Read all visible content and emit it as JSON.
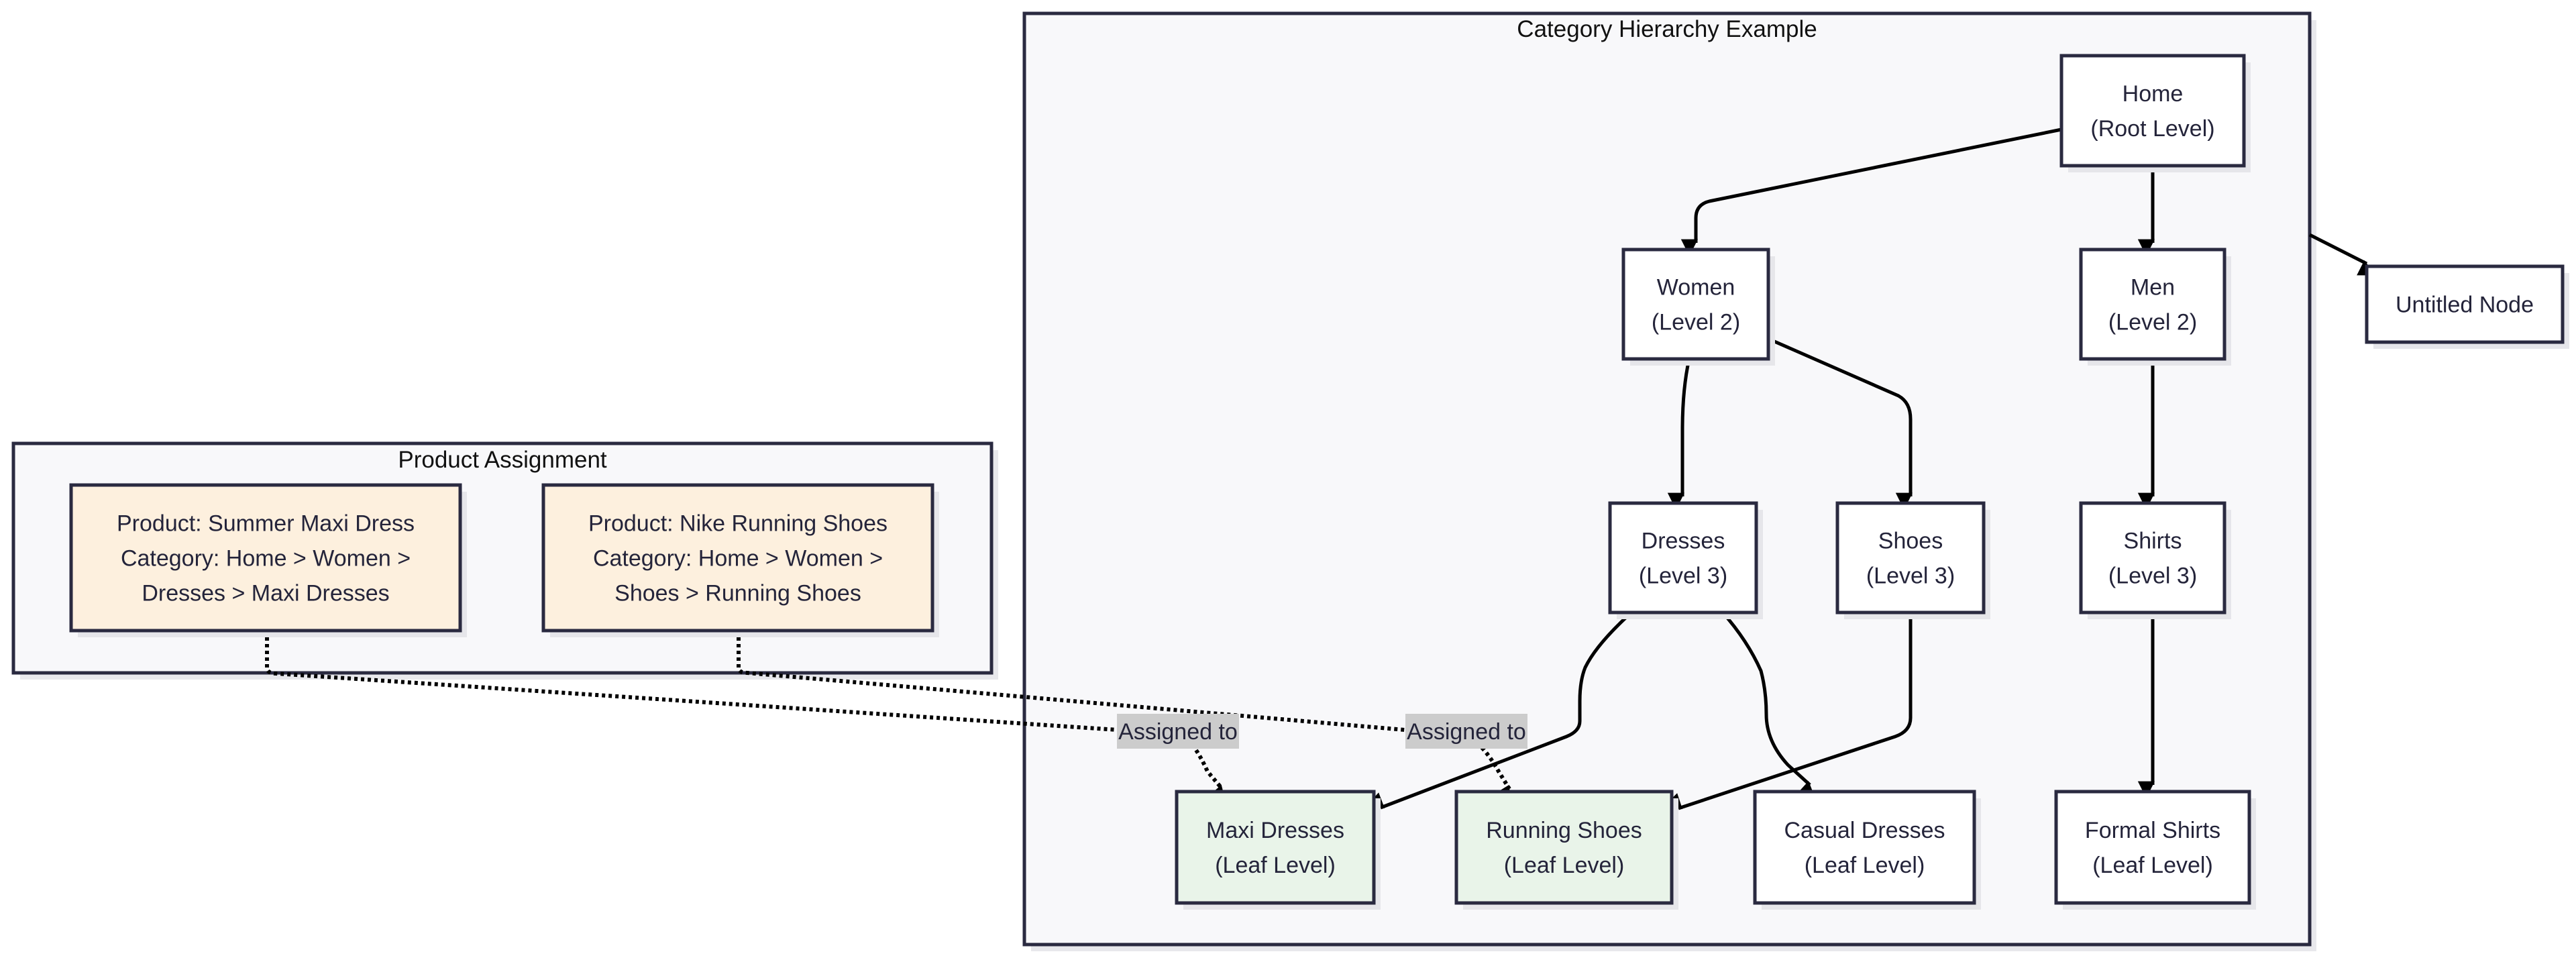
{
  "diagram": {
    "clusters": {
      "category": {
        "title": "Category Hierarchy Example"
      },
      "product": {
        "title": "Product Assignment"
      }
    },
    "nodes": {
      "home": {
        "lines": [
          "Home",
          "(Root Level)"
        ],
        "type": "plain"
      },
      "women": {
        "lines": [
          "Women",
          "(Level 2)"
        ],
        "type": "plain"
      },
      "men": {
        "lines": [
          "Men",
          "(Level 2)"
        ],
        "type": "plain"
      },
      "dresses": {
        "lines": [
          "Dresses",
          "(Level 3)"
        ],
        "type": "plain"
      },
      "shoes": {
        "lines": [
          "Shoes",
          "(Level 3)"
        ],
        "type": "plain"
      },
      "shirts": {
        "lines": [
          "Shirts",
          "(Level 3)"
        ],
        "type": "plain"
      },
      "maxi": {
        "lines": [
          "Maxi Dresses",
          "(Leaf Level)"
        ],
        "type": "leaf"
      },
      "running": {
        "lines": [
          "Running Shoes",
          "(Leaf Level)"
        ],
        "type": "leaf"
      },
      "casual": {
        "lines": [
          "Casual Dresses",
          "(Leaf Level)"
        ],
        "type": "plain"
      },
      "formal": {
        "lines": [
          "Formal Shirts",
          "(Leaf Level)"
        ],
        "type": "plain"
      },
      "untitled": {
        "lines": [
          "Untitled Node"
        ],
        "type": "plain"
      },
      "product1": {
        "lines": [
          "Product: Summer Maxi Dress",
          "Category: Home > Women >",
          "Dresses > Maxi Dresses"
        ],
        "type": "product"
      },
      "product2": {
        "lines": [
          "Product: Nike Running Shoes",
          "Category: Home > Women >",
          "Shoes > Running Shoes"
        ],
        "type": "product"
      }
    },
    "edges": [
      {
        "from": "home",
        "to": "women",
        "style": "solid"
      },
      {
        "from": "home",
        "to": "men",
        "style": "solid"
      },
      {
        "from": "women",
        "to": "dresses",
        "style": "solid"
      },
      {
        "from": "women",
        "to": "shoes",
        "style": "solid"
      },
      {
        "from": "men",
        "to": "shirts",
        "style": "solid"
      },
      {
        "from": "dresses",
        "to": "maxi",
        "style": "solid"
      },
      {
        "from": "dresses",
        "to": "casual",
        "style": "solid"
      },
      {
        "from": "shoes",
        "to": "running",
        "style": "solid"
      },
      {
        "from": "shirts",
        "to": "formal",
        "style": "solid"
      },
      {
        "from": "category-cluster",
        "to": "untitled",
        "style": "solid"
      },
      {
        "from": "product1",
        "to": "maxi",
        "style": "dotted",
        "label": "Assigned to"
      },
      {
        "from": "product2",
        "to": "running",
        "style": "dotted",
        "label": "Assigned to"
      }
    ],
    "colors": {
      "cluster_fill": "#f8f8fa",
      "node_fill": "#ffffff",
      "leaf_fill": "#e9f4e9",
      "product_fill": "#fdf0de",
      "border": "#2a2a40",
      "edge_label_bg": "#cccccc"
    }
  }
}
